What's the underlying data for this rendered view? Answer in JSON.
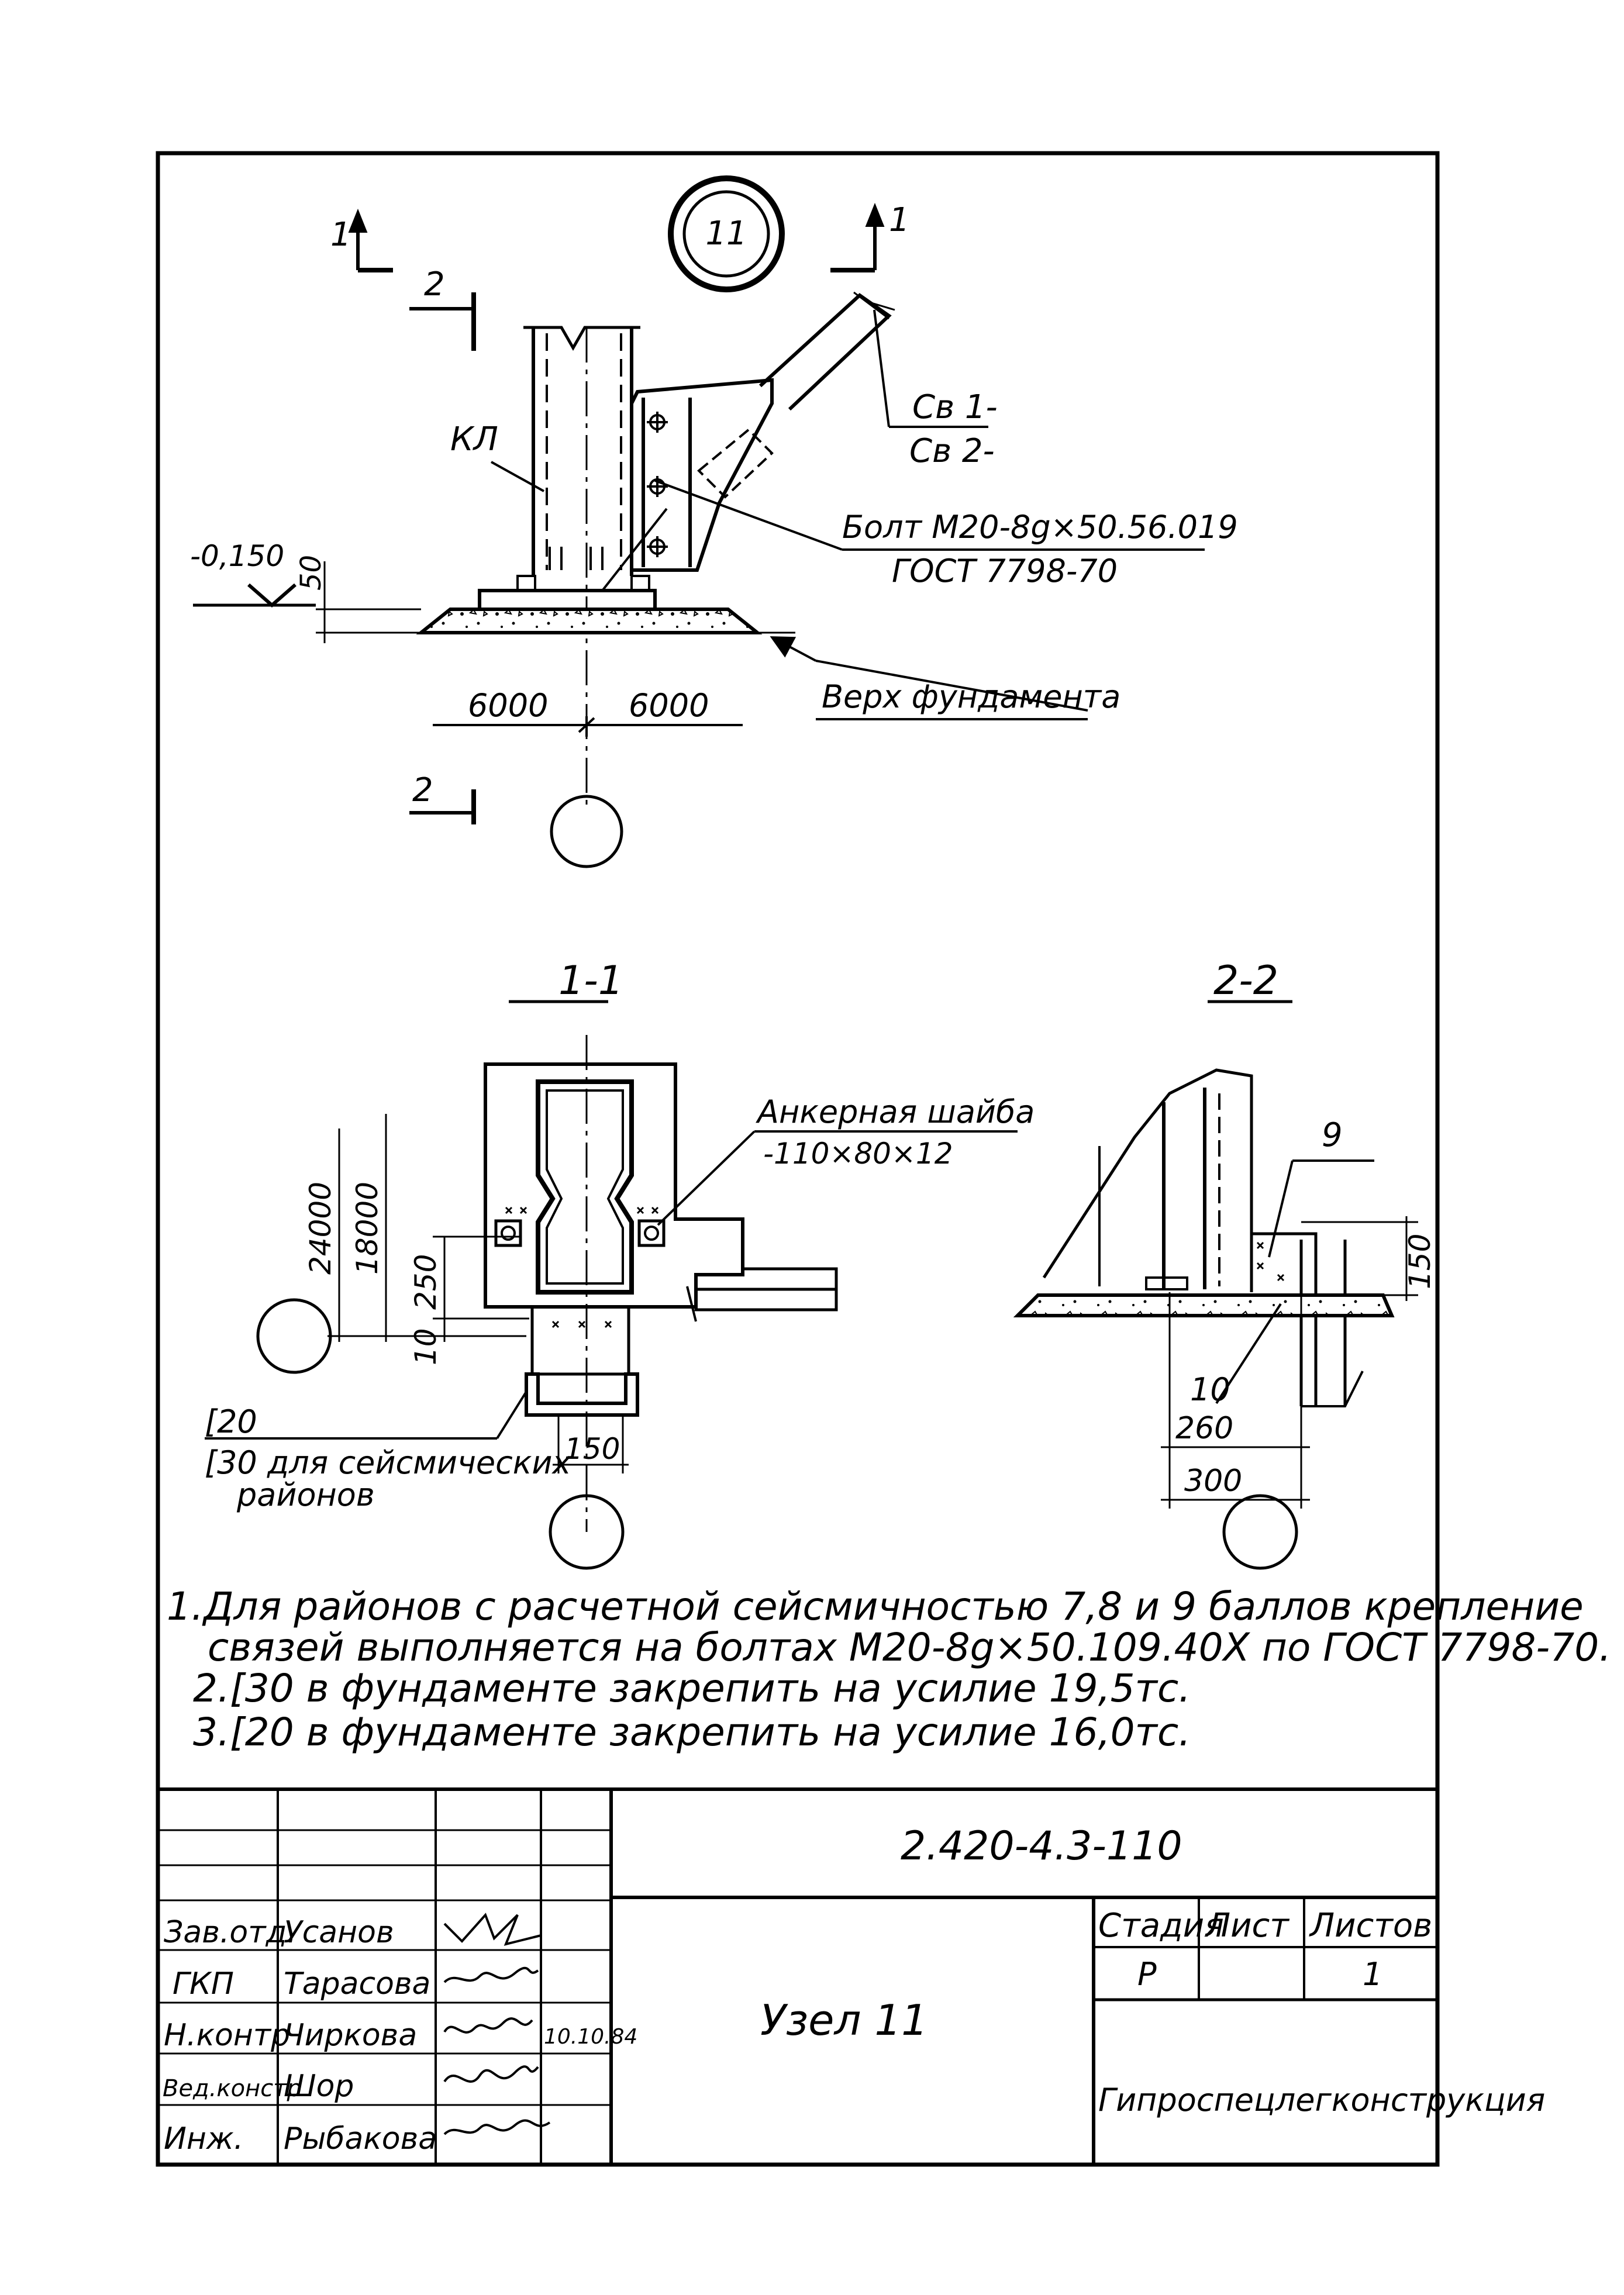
{
  "drawing": {
    "node_mark": "11",
    "section_1": "1",
    "section_2": "2",
    "label_kl": "КЛ",
    "brace_1": "Св 1-",
    "brace_2": "Св 2-",
    "bolt_line1": "Болт М20-8g×50.56.019",
    "bolt_line2": "ГОСТ 7798-70",
    "level": "-0,150",
    "dim_50": "50",
    "dim_6000_left": "6000",
    "dim_6000_right": "6000",
    "foundation_top": "Верх фундамента",
    "section_title_1_1": "1-1",
    "section_title_2_2": "2-2",
    "anchor_washer_1": "Анкерная шайба",
    "anchor_washer_2": "-110×80×12",
    "dim_24000": "24000",
    "dim_18000": "18000",
    "dim_250": "250",
    "dim_10": "10",
    "channel_c20": "[20",
    "channel_c30_1": "[30 для сейсмических",
    "channel_c30_2": "районов",
    "dim_150": "150",
    "mark_9": "9",
    "mark_10": "10",
    "dim_150_right": "150",
    "dim_260": "260",
    "dim_300": "300"
  },
  "notes": [
    "1.Для районов с расчетной сейсмичностью 7,8 и 9 баллов крепление",
    "связей выполняется на болтах М20-8g×50.109.40Х по ГОСТ 7798-70.",
    "2.[30 в фундаменте закрепить на усилие 19,5тс.",
    "3.[20 в фундаменте закрепить на усилие 16,0тс."
  ],
  "title_block": {
    "doc_code": "2.420-4.3-110",
    "title": "Узел 11",
    "stage_header": "Стадия",
    "sheet_header": "Лист",
    "sheets_header": "Листов",
    "stage_value": "Р",
    "sheets_value": "1",
    "organization": "Гипроспецлегконструкция",
    "date": "10.10.84",
    "signers": [
      {
        "role": "Зав.отд.",
        "name": "Усанов"
      },
      {
        "role": "ГКП",
        "name": "Тарасова"
      },
      {
        "role": "Н.контр",
        "name": "Чиркова"
      },
      {
        "role": "Вед.констр",
        "name": "Шор"
      },
      {
        "role": "Инж.",
        "name": "Рыбакова"
      }
    ]
  }
}
